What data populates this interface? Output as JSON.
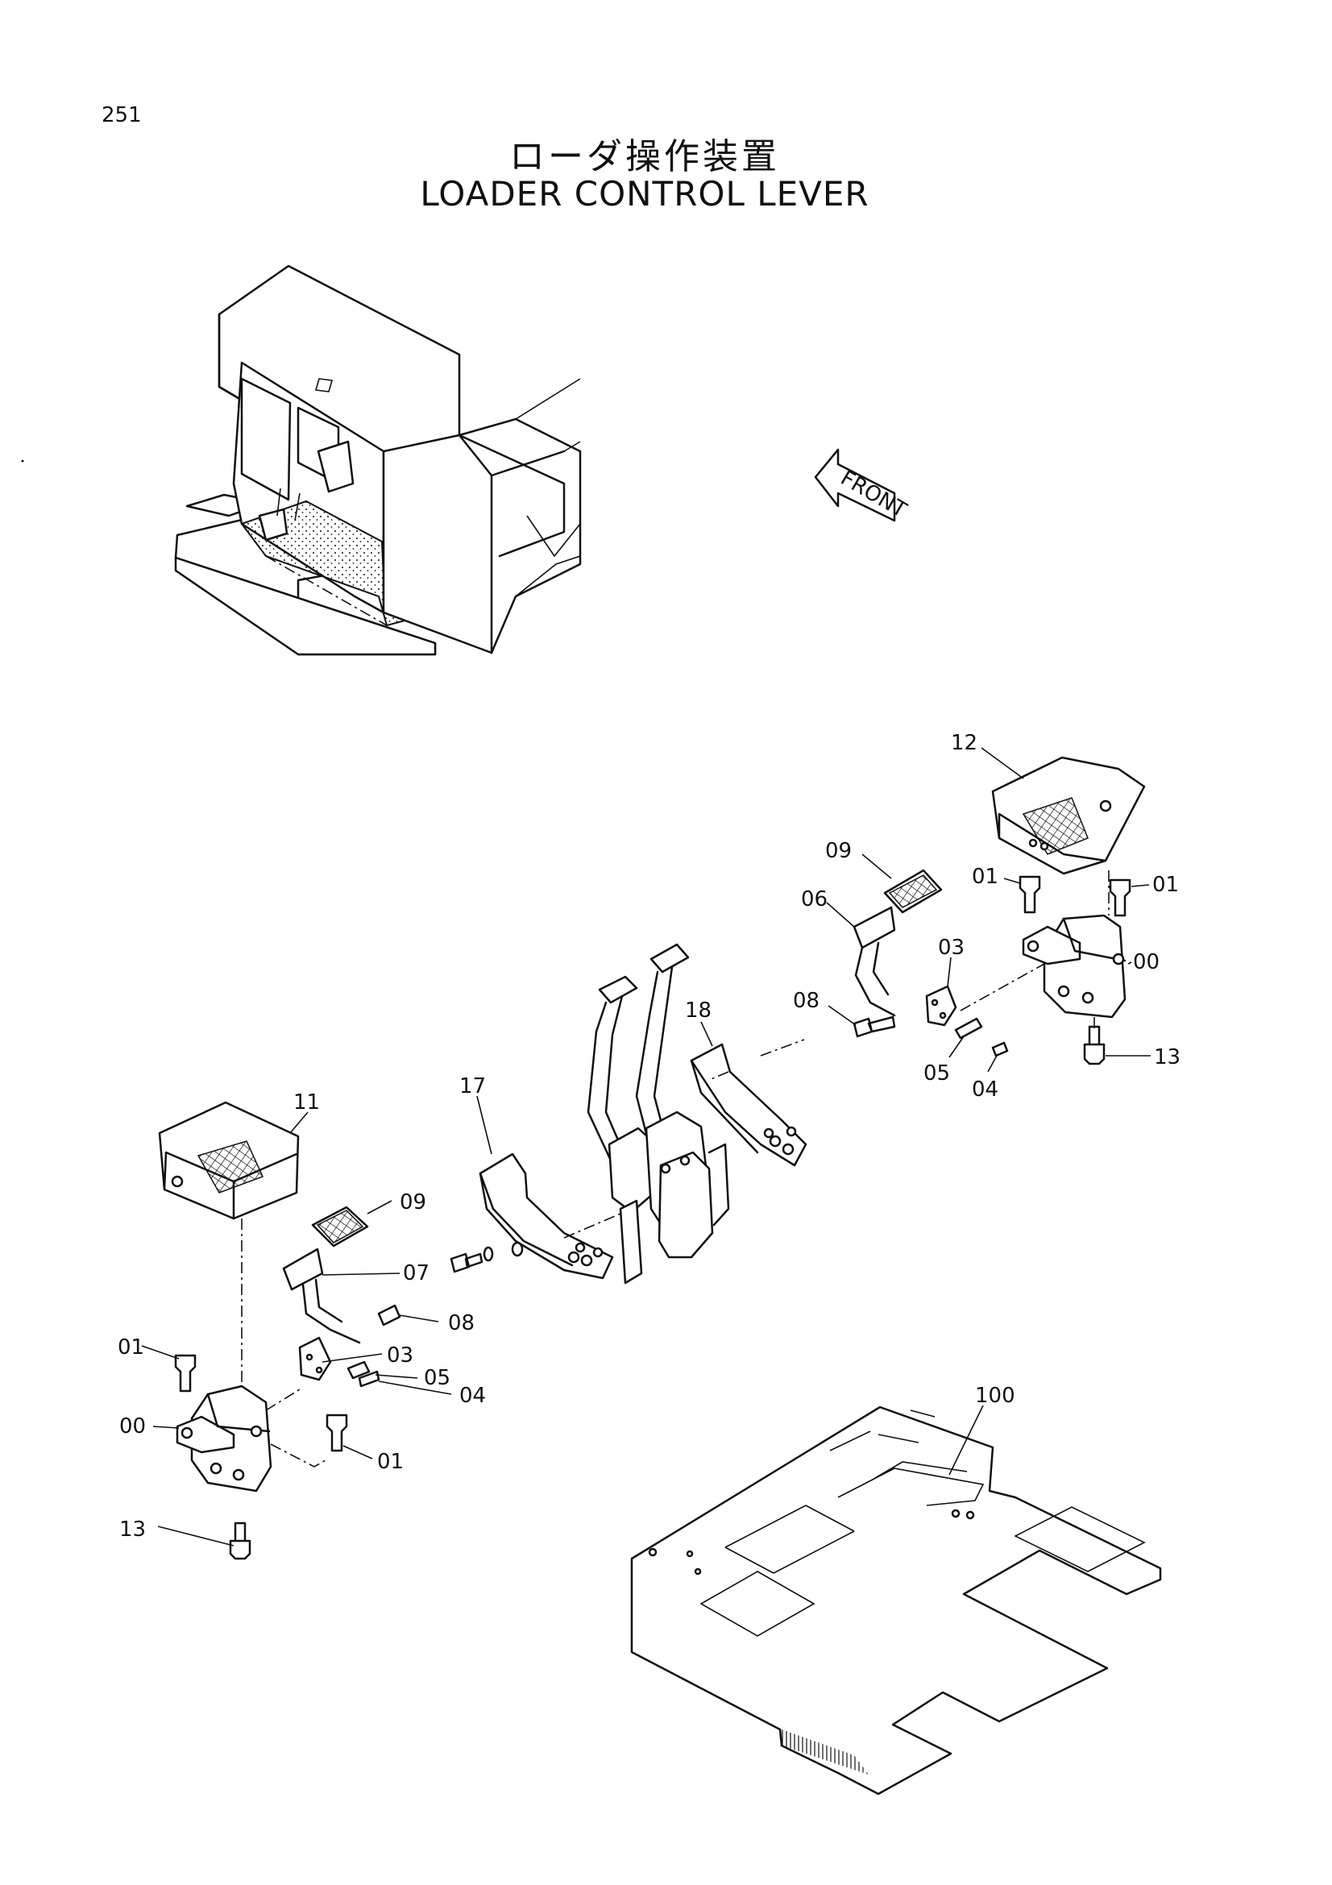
{
  "header": {
    "page_number": "251",
    "title_jp": "ローダ操作装置",
    "title_en": "LOADER CONTROL LEVER"
  },
  "diagram": {
    "front_arrow_label": "FRONT",
    "callouts": {
      "c12": "12",
      "c09_right": "09",
      "c01_right_a": "01",
      "c01_right_b": "01",
      "c06": "06",
      "c03_right": "03",
      "c00_right": "00",
      "c08_right": "08",
      "c18": "18",
      "c13_right": "13",
      "c05_right": "05",
      "c04_right": "04",
      "c11": "11",
      "c17": "17",
      "c09_left": "09",
      "c07": "07",
      "c08_left": "08",
      "c01_left_a": "01",
      "c03_left": "03",
      "c05_left": "05",
      "c04_left": "04",
      "c00_left": "00",
      "c01_left_b": "01",
      "c13_left": "13",
      "c100": "100"
    }
  }
}
